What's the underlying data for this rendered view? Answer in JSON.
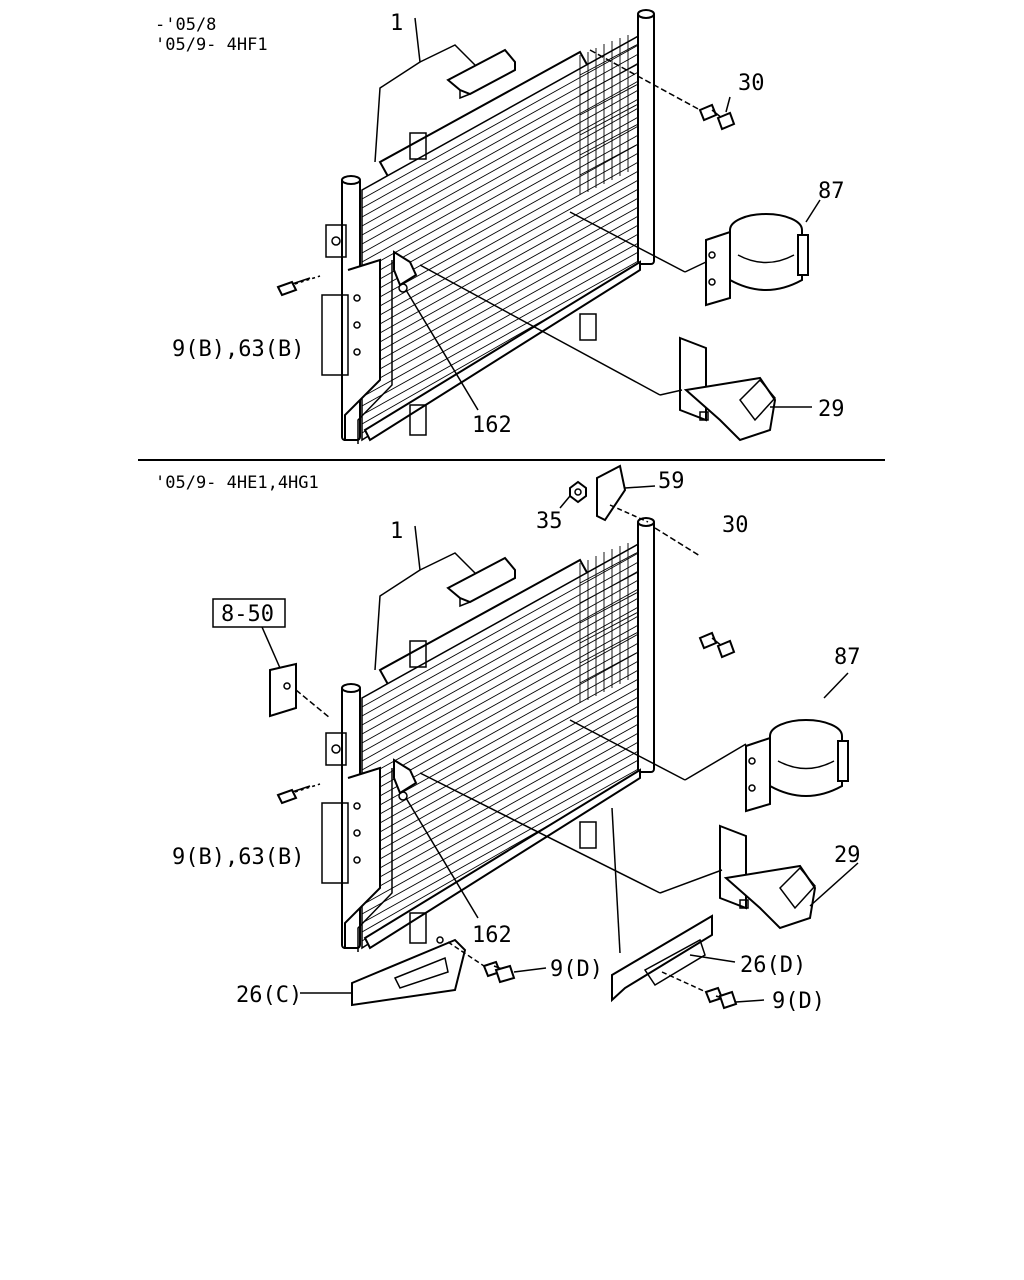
{
  "top": {
    "caption_line1": "-'05/8",
    "caption_line2": "'05/9- 4HF1",
    "labels": {
      "condenser": "1",
      "bolt_upper": "30",
      "clamp_bracket": "87",
      "bolt_side": "9(B),63(B)",
      "bracket_lower": "29",
      "fastener_mid": "162"
    }
  },
  "bottom": {
    "caption": "'05/9- 4HE1,4HG1",
    "labels": {
      "nut": "35",
      "bracket_top": "59",
      "bolt_upper": "30",
      "condenser": "1",
      "ref_box": "8-50",
      "clamp_bracket": "87",
      "bracket_lower": "29",
      "bolt_side": "9(B),63(B)",
      "fastener_mid": "162",
      "bolt_d_left": "9(D)",
      "bracket_d": "26(D)",
      "bracket_c": "26(C)",
      "bolt_d_right": "9(D)"
    }
  }
}
